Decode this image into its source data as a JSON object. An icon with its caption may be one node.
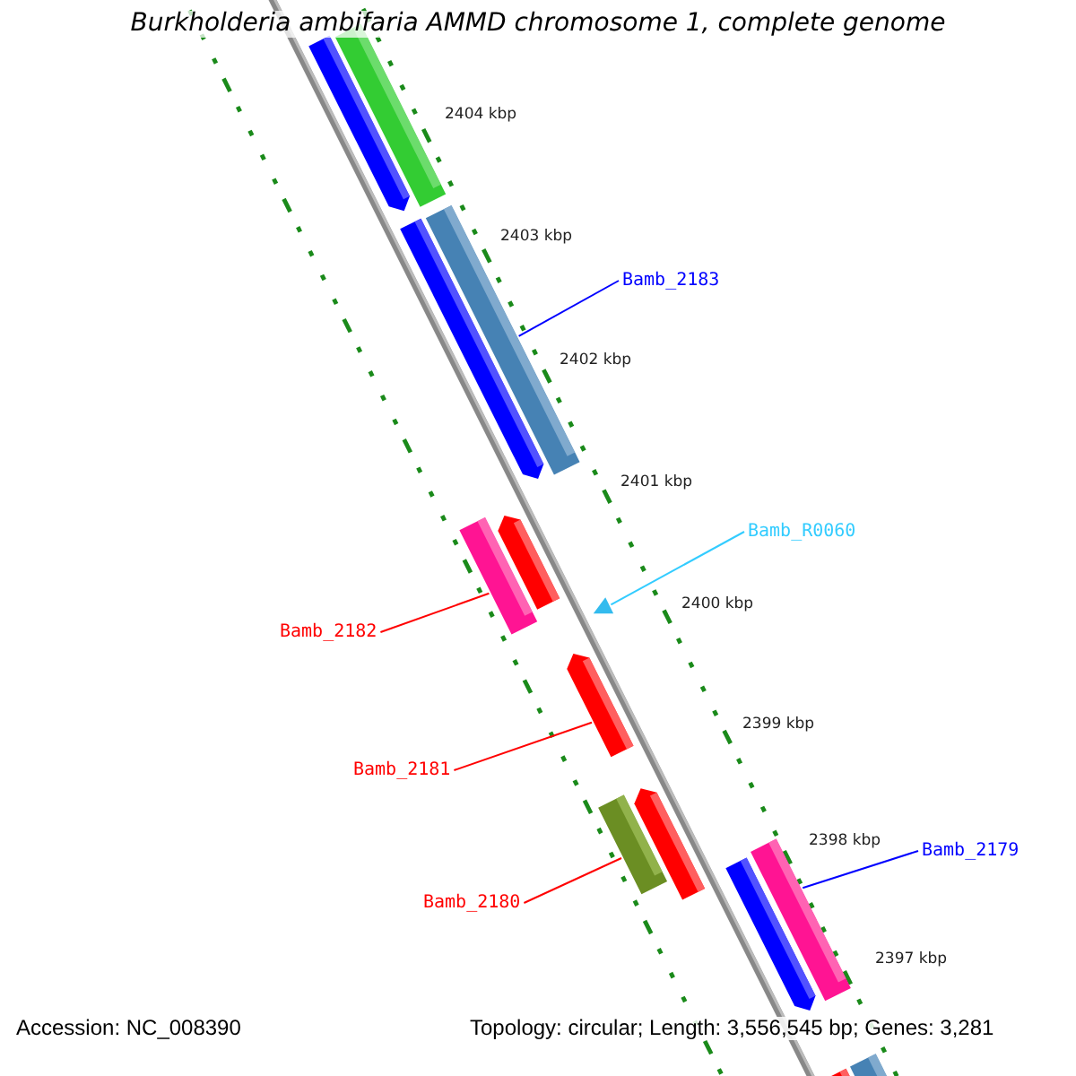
{
  "diagram": {
    "title": "Burkholderia ambifaria AMMD chromosome 1, complete genome",
    "nodes": [
      {
        "text": [],
        "shape": "bar"
      },
      {
        "text": [],
        "shape": "bar"
      },
      {
        "text": [
          "Bamb_2183"
        ]
      },
      {
        "text": [],
        "shape": "bar"
      },
      {
        "text": [],
        "shape": "bar"
      },
      {
        "text": [
          "Bamb_R0060"
        ]
      },
      {
        "text": [],
        "shape": "bar"
      },
      {
        "text": [],
        "shape": "bar"
      },
      {
        "text": [],
        "shape": "triangle"
      },
      {
        "text": [
          "Bamb_2182"
        ]
      },
      {
        "text": [],
        "shape": "bar"
      },
      {
        "text": [
          "Bamb_2181"
        ]
      },
      {
        "text": [],
        "shape": "bar"
      },
      {
        "text": [],
        "shape": "bar"
      },
      {
        "text": [
          "Bamb_2180"
        ]
      },
      {
        "text": [
          "Bamb_2179"
        ]
      },
      {
        "text": [],
        "shape": "bar"
      },
      {
        "text": [],
        "shape": "bar"
      },
      {
        "text": [],
        "shape": "bar"
      },
      {
        "text": [],
        "shape": "bar"
      }
    ],
    "edges": [
      {
        "from": 2,
        "to": 3,
        "arrow": "none",
        "color": "#0000ff"
      },
      {
        "from": 5,
        "to": 8,
        "arrow": "none",
        "color": "#33ccff"
      },
      {
        "from": 9,
        "to": 6,
        "arrow": "none"
      },
      {
        "from": 11,
        "to": 10,
        "arrow": "none"
      },
      {
        "from": 14,
        "to": 12,
        "arrow": "none"
      },
      {
        "from": 15,
        "to": 16,
        "arrow": "none",
        "color": "#0000ff"
      }
    ],
    "labels": [
      "2404 kbp",
      "2403 kbp",
      "2402 kbp",
      "2401 kbp",
      "2400 kbp",
      "2399 kbp",
      "2398 kbp",
      "2397 kbp",
      "Accession: NC_008390",
      "Topology: circular; Length: 3,556,545 bp; Genes: 3,281"
    ]
  }
}
